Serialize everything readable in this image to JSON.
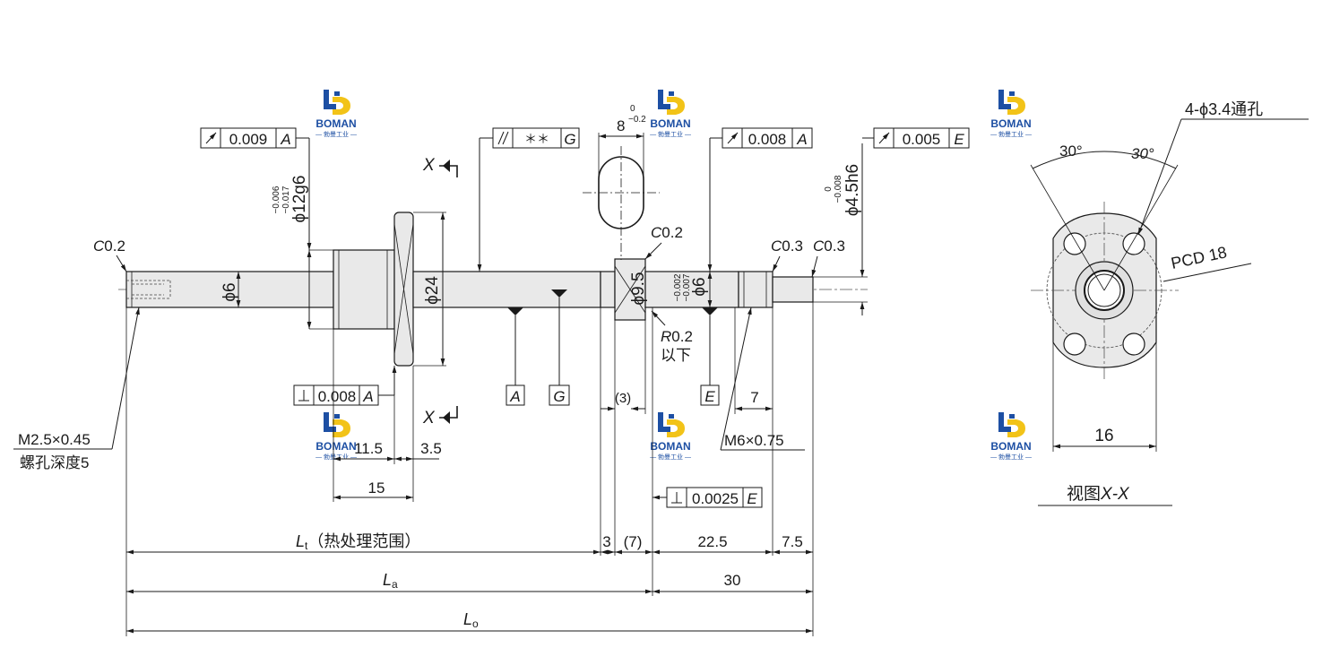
{
  "brand": {
    "name": "BOMAN",
    "sub": "— 勃曼工业 —",
    "primary": "#1d4fa3",
    "secondary": "#f2c318"
  },
  "tolerance_frames": {
    "left": {
      "value": "0.009",
      "datum": "A"
    },
    "parallel": {
      "value": "＊＊",
      "datum": "G"
    },
    "mid": {
      "value": "0.008",
      "datum": "A"
    },
    "right": {
      "value": "0.005",
      "datum": "E"
    },
    "perp_nut": {
      "value": "0.008",
      "datum": "A"
    },
    "perp_bottom": {
      "value": "0.0025",
      "datum": "E"
    }
  },
  "datums": {
    "a": "A",
    "g": "G",
    "e": "E"
  },
  "labels": {
    "c02_left": "0.2",
    "c02_mid": "0.2",
    "c03_a": "0.3",
    "c03_b": "0.3",
    "c_prefix": "C",
    "thread_hole": "M2.5×0.45",
    "thread_depth": "螺孔深度5",
    "dia6_left": "ϕ6",
    "dia12_main": "ϕ12g6",
    "dia12_tol_upper": "−0.006",
    "dia12_tol_lower": "−0.017",
    "dia24": "ϕ24",
    "dia9_5": "ϕ9.5",
    "dia6_right": "ϕ6",
    "dia6r_tol_upper": "−0.002",
    "dia6r_tol_lower": "−0.007",
    "dia4_5": "ϕ4.5h6",
    "dia4_5_tol_upper": "0",
    "dia4_5_tol_lower": "−0.008",
    "width8": "8",
    "width8_tol_upper": "0",
    "width8_tol_lower": "−0.2",
    "r02_r": "R",
    "r02_val": "0.2",
    "r02_below": "以下",
    "m6": "M6×0.75",
    "section_x": "X",
    "view_title_prefix": "视图",
    "view_title_it": "X-X",
    "hole_note": "4-ϕ3.4通孔",
    "angle_left": "30°",
    "angle_right": "30°",
    "pcd": "PCD 18"
  },
  "dimensions": {
    "d11_5": "11.5",
    "d3_5": "3.5",
    "d15": "15",
    "d3p": "(3)",
    "d7": "7",
    "d3": "3",
    "d7p": "(7)",
    "d22_5": "22.5",
    "d7_5": "7.5",
    "d30": "30",
    "d16": "16",
    "lt_main": "L",
    "lt_sub": "t",
    "lt_note": "（热处理范围）",
    "la_main": "L",
    "la_sub": "a",
    "lo_main": "L",
    "lo_sub": "o"
  }
}
